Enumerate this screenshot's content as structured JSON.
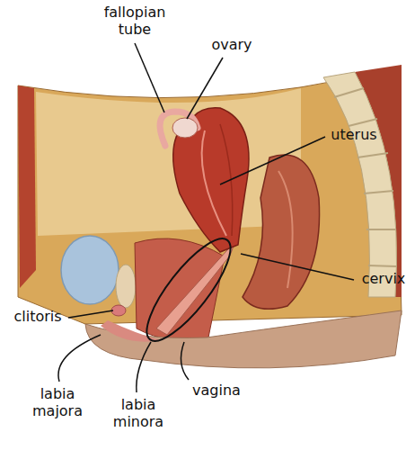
{
  "diagram": {
    "labels": [
      "fallopian tube",
      "ovary",
      "uterus",
      "cervix",
      "clitoris",
      "labia majora",
      "labia minora",
      "vagina"
    ]
  }
}
